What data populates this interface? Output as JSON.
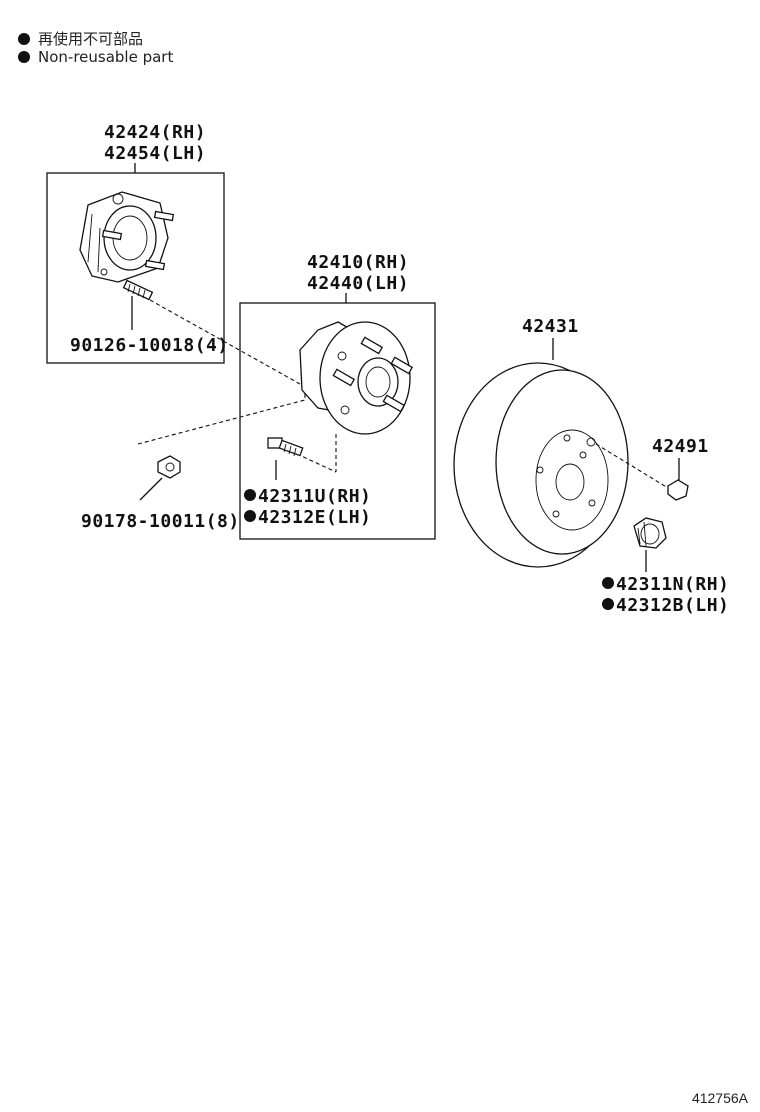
{
  "legend": {
    "line1": "再使用不可部品",
    "line2": "Non-reusable part"
  },
  "labels": {
    "knuckle_rh": "42424(RH)",
    "knuckle_lh": "42454(LH)",
    "stud_bolt": "90126-10018(4)",
    "hub_rh": "42410(RH)",
    "hub_lh": "42440(LH)",
    "nut_small": "90178-10011(8)",
    "hub_bolt_rh": "42311U(RH)",
    "hub_bolt_lh": "42312E(LH)",
    "disc": "42431",
    "plug": "42491",
    "nut_rh": "42311N(RH)",
    "nut_lh": "42312B(LH)"
  },
  "figure_code": "412756A"
}
